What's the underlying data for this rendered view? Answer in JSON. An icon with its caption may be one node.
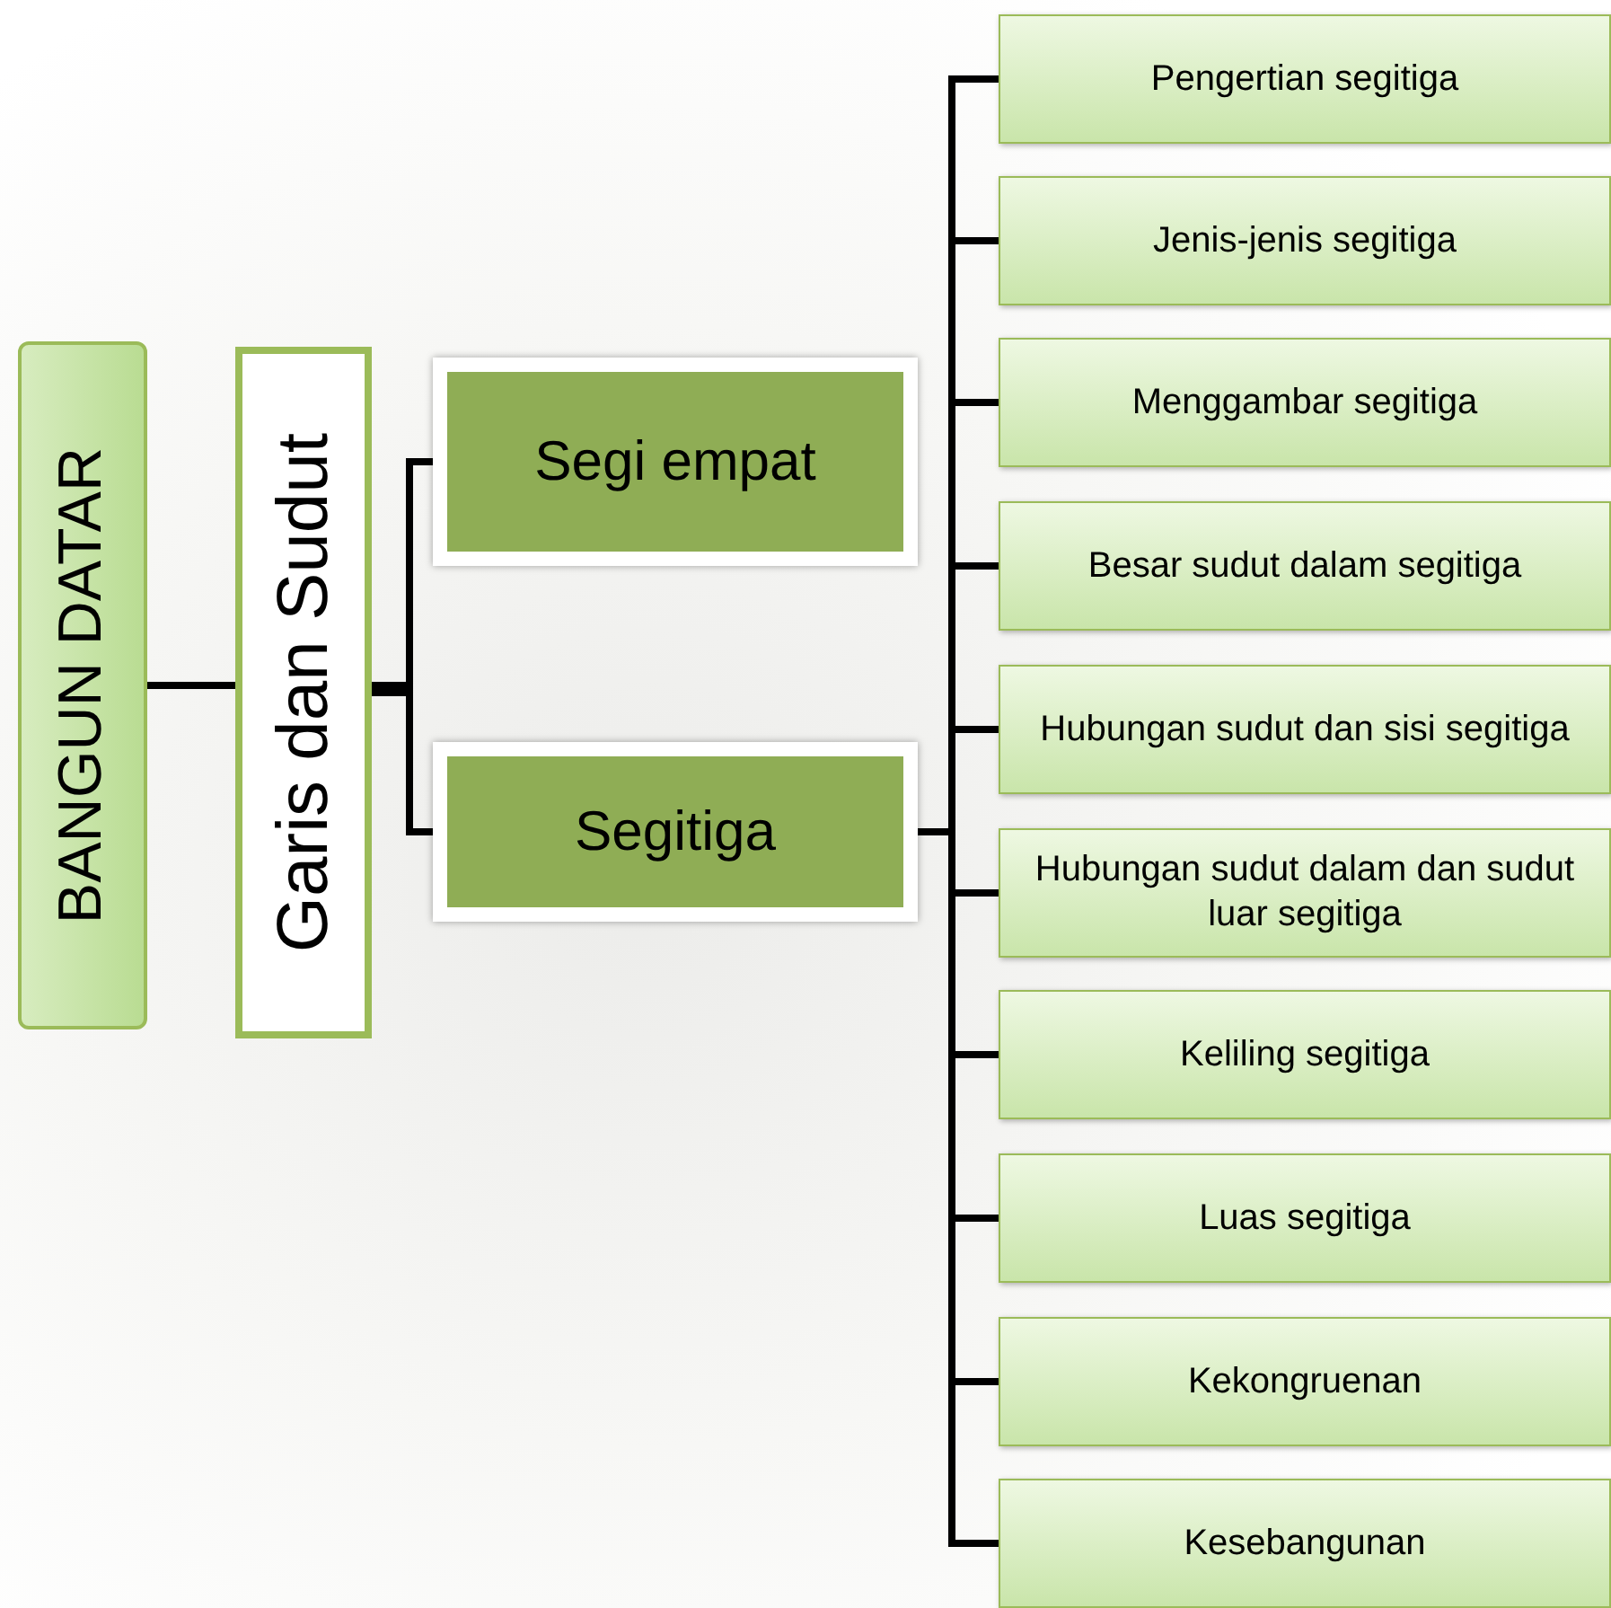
{
  "diagram": {
    "nodes": [
      {
        "text": [
          "BANGUN DATAR"
        ]
      },
      {
        "text": [
          "Garis dan Sudut"
        ]
      },
      {
        "text": [
          "Segi empat"
        ]
      },
      {
        "text": [
          "Segitiga"
        ]
      },
      {
        "text": [
          "Pengertian segitiga"
        ]
      },
      {
        "text": [
          "Jenis-jenis segitiga"
        ]
      },
      {
        "text": [
          "Menggambar segitiga"
        ]
      },
      {
        "text": [
          "Besar sudut dalam segitiga"
        ]
      },
      {
        "text": [
          "Hubungan sudut dan sisi segitiga"
        ]
      },
      {
        "text": [
          "Hubungan  sudut dalam dan sudut luar segitiga"
        ]
      },
      {
        "text": [
          "Keliling segitiga"
        ]
      },
      {
        "text": [
          "Luas segitiga"
        ]
      },
      {
        "text": [
          "Kekongruenan"
        ]
      },
      {
        "text": [
          "Kesebangunan"
        ]
      }
    ],
    "edges": [
      {
        "from": 0,
        "to": 1,
        "arrow": "none"
      },
      {
        "from": 1,
        "to": 2,
        "arrow": "none"
      },
      {
        "from": 1,
        "to": 3,
        "arrow": "none"
      },
      {
        "from": 3,
        "to": 4,
        "arrow": "none"
      },
      {
        "from": 3,
        "to": 5,
        "arrow": "none"
      },
      {
        "from": 3,
        "to": 6,
        "arrow": "none"
      },
      {
        "from": 3,
        "to": 7,
        "arrow": "none"
      },
      {
        "from": 3,
        "to": 8,
        "arrow": "none"
      },
      {
        "from": 3,
        "to": 9,
        "arrow": "none"
      },
      {
        "from": 3,
        "to": 10,
        "arrow": "none"
      },
      {
        "from": 3,
        "to": 11,
        "arrow": "none"
      },
      {
        "from": 3,
        "to": 12,
        "arrow": "none"
      },
      {
        "from": 3,
        "to": 13,
        "arrow": "none"
      }
    ]
  }
}
